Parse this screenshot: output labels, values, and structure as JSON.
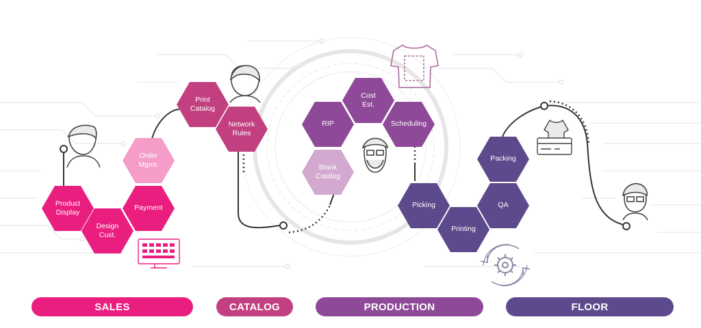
{
  "colors": {
    "sales": "#e91e7f",
    "sales_light": "#f59cc8",
    "catalog": "#c2407f",
    "production": "#8e4a98",
    "production_light": "#d3a9cf",
    "floor": "#5d4a8c",
    "connector": "#333333",
    "circuit": "#dcdcdc"
  },
  "hexes": {
    "product_display": "Product\nDisplay",
    "design_cust": "Design\nCust.",
    "payment": "Payment",
    "order_mgmt": "Order\nMgmt.",
    "print_catalog": "Print\nCatalog",
    "network_rules": "Network\nRules",
    "rip": "RIP",
    "cost_est": "Cost\nEst.",
    "scheduling": "Scheduling",
    "blank_catalog": "Blank\nCatalog",
    "picking": "Picking",
    "printing": "Printing",
    "qa": "QA",
    "packing": "Packing"
  },
  "stages": {
    "sales": "SALES",
    "catalog": "CATALOG",
    "production": "PRODUCTION",
    "floor": "FLOOR"
  },
  "icons": [
    "customer-avatar-icon",
    "catalog-operator-avatar-icon",
    "tshirt-icon",
    "bearded-worker-avatar-icon",
    "monitor-icon",
    "folded-shirt-card-icon",
    "cycle-gear-icon",
    "floor-worker-avatar-icon"
  ]
}
